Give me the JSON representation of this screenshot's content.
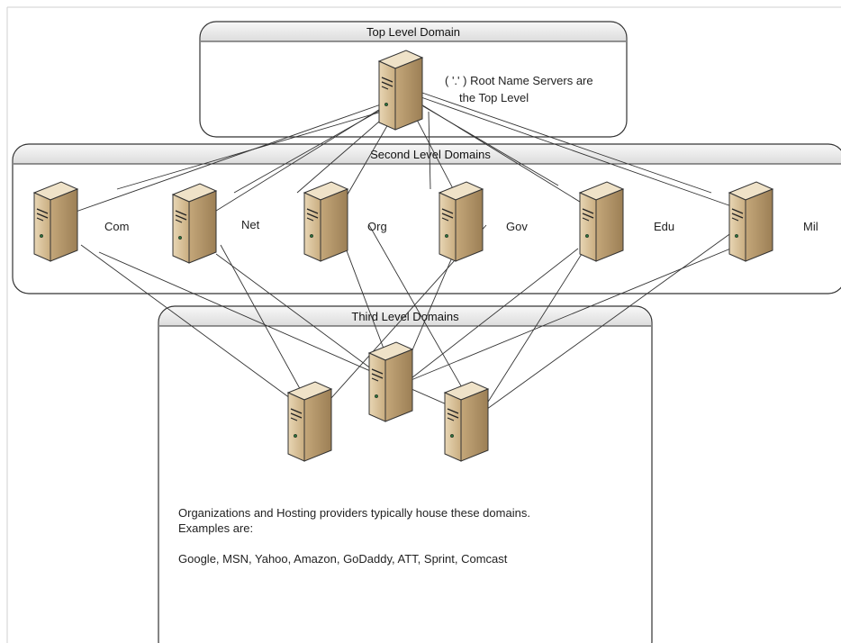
{
  "diagram": {
    "top_box": {
      "title": "Top Level Domain",
      "note_line1": "( '.' ) Root Name Servers are",
      "note_line2": "the Top Level"
    },
    "second_box": {
      "title": "Second Level Domains",
      "servers": [
        "Com",
        "Net",
        "Org",
        "Gov",
        "Edu",
        "Mil"
      ]
    },
    "third_box": {
      "title": "Third Level Domains",
      "description_line1": "Organizations and Hosting providers typically house these domains.",
      "description_line2": "Examples are:",
      "examples": "Google, MSN, Yahoo, Amazon, GoDaddy, ATT, Sprint, Comcast"
    }
  },
  "colors": {
    "server_front": "#d8c09a",
    "server_side": "#b89a6c",
    "server_top": "#ecdcc0",
    "panel_header": "#e4e4e4",
    "line": "#333333"
  }
}
